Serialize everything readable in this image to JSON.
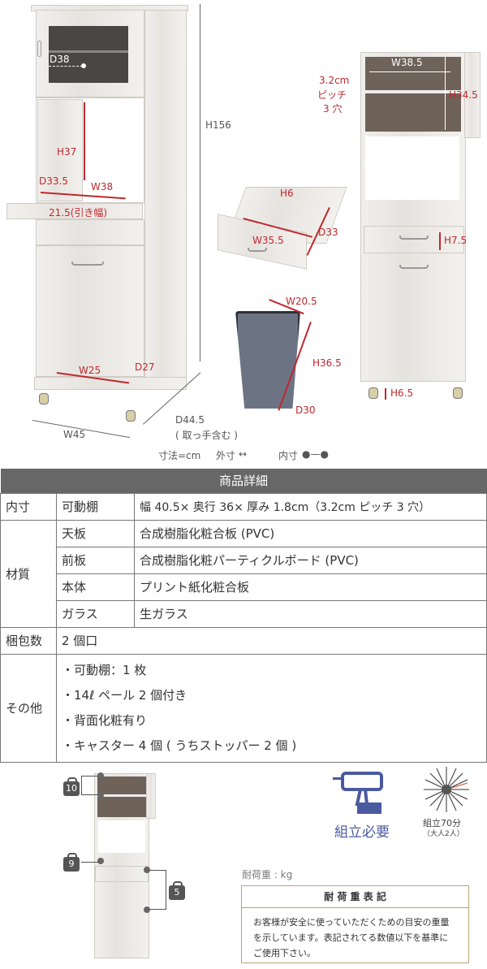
{
  "diagram": {
    "main": {
      "d38": "D38",
      "h37": "H37",
      "d33_5": "D33.5",
      "w38": "W38",
      "pull": "21.5(引き幅)",
      "h156": "H156",
      "w25": "W25",
      "d27": "D27",
      "w45": "W45",
      "d44_5": "D44.5",
      "handle_note": "( 取っ手含む )"
    },
    "drawer": {
      "h6": "H6",
      "w35_5": "W35.5",
      "d33": "D33"
    },
    "pail": {
      "w20_5": "W20.5",
      "h36_5": "H36.5",
      "d30": "D30"
    },
    "right": {
      "w38_5": "W38.5",
      "pitch1": "3.2cm",
      "pitch2": "ピッチ",
      "pitch3": "3 穴",
      "h34_5": "H34.5",
      "h7_5": "H7.5",
      "h6_5": "H6.5"
    },
    "legend": {
      "unit": "寸法=cm",
      "outer": "外寸",
      "inner": "内寸"
    }
  },
  "spec": {
    "title": "商品詳細",
    "rows": [
      {
        "cat": "内寸",
        "sub": "可動棚",
        "val": "幅 40.5× 奥行 36× 厚み 1.8cm（3.2cm ピッチ 3 穴）"
      },
      {
        "cat": "材質",
        "sub": "天板",
        "val": "合成樹脂化粧合板 (PVC)"
      },
      {
        "sub": "前板",
        "val": "合成樹脂化粧パーティクルボード (PVC)"
      },
      {
        "sub": "本体",
        "val": "プリント紙化粧合板"
      },
      {
        "sub": "ガラス",
        "val": "生ガラス"
      },
      {
        "cat": "梱包数",
        "val": "2 個口"
      },
      {
        "cat": "その他",
        "items": [
          "・可動棚：1 枚",
          "・14ℓ ペール 2 個付き",
          "・背面化粧有り",
          "・キャスター 4 個 ( うちストッパー 2 個 )"
        ]
      }
    ]
  },
  "load": {
    "badges": [
      "10",
      "9",
      "5"
    ],
    "unit_label": "耐荷重 : kg",
    "box_title": "耐 荷 重 表 記",
    "box_text": "お客様が安全に使っていただくための目安の重量を示しています。表記されてる数値以下を基準にご使用下さい。"
  },
  "assembly": {
    "required": "組立必要",
    "time": "組立70分",
    "people": "（大人2人）",
    "icon_color": "#4a5aa0"
  }
}
